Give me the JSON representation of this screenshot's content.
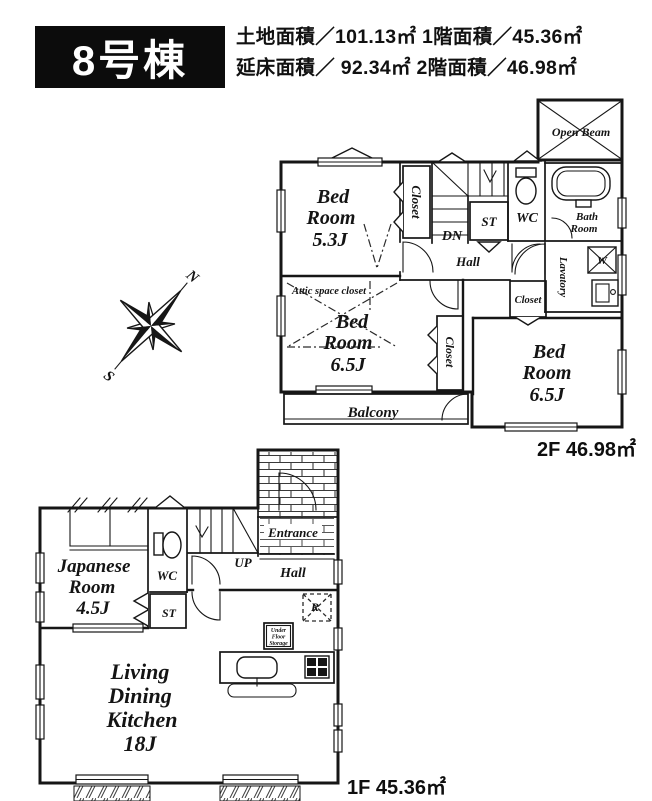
{
  "header": {
    "building": "8号棟",
    "area_line1": "土地面積／101.13㎡ 1階面積／45.36㎡",
    "area_line2": "延床面積／ 92.34㎡ 2階面積／46.98㎡"
  },
  "compass": {
    "north": "N",
    "south": "S"
  },
  "floor2": {
    "floor_label": "2F 46.98㎡",
    "bedroom_a": [
      "Bed",
      "Room",
      "5.3J"
    ],
    "closet_a": "Closet",
    "stairs_dn": "DN",
    "st": "ST",
    "wc": "WC",
    "hall": "Hall",
    "open_beam": "Open Beam",
    "bath": [
      "Bath",
      "Room"
    ],
    "lavatory": "Lavatory",
    "washer": "W",
    "closet_b": "Closet",
    "attic": "Attic space closet",
    "bedroom_b": [
      "Bed",
      "Room",
      "6.5J"
    ],
    "closet_c": "Closet",
    "bedroom_c": [
      "Bed",
      "Room",
      "6.5J"
    ],
    "balcony": "Balcony"
  },
  "floor1": {
    "floor_label": "1F  45.36㎡",
    "japanese_room": [
      "Japanese",
      "Room",
      "4.5J"
    ],
    "wc": "WC",
    "stairs_up": "UP",
    "hall": "Hall",
    "entrance": "Entrance",
    "st": "ST",
    "refrigerator": "R",
    "under_floor_storage": [
      "Under",
      "Floor",
      "Storage"
    ],
    "ldk": [
      "Living",
      "Dining",
      "Kitchen",
      "18J"
    ]
  }
}
